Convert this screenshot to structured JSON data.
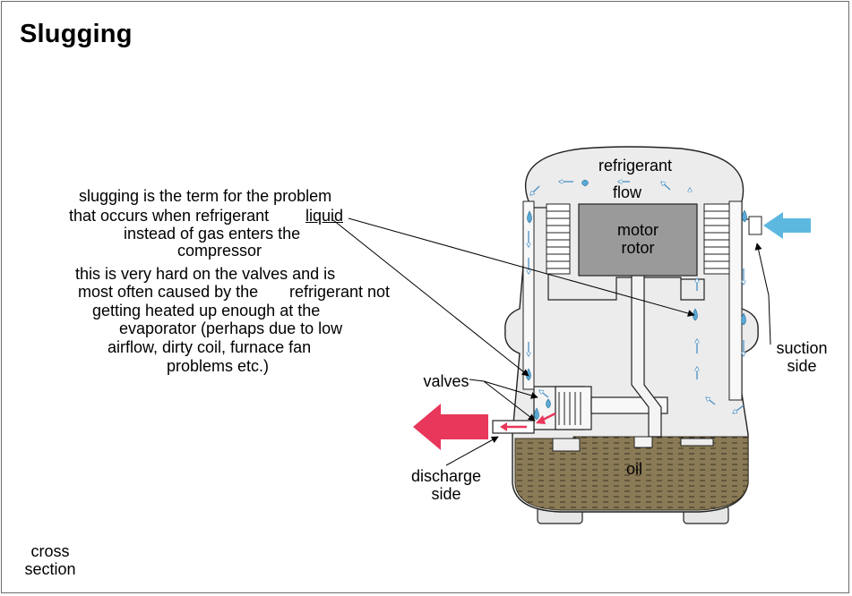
{
  "title": "Slugging",
  "paragraph1": {
    "line1": "slugging is the term for the problem",
    "line2a": "that occurs when refrigerant",
    "line2b": "liquid",
    "line3": "instead of gas enters the",
    "line4": "compressor"
  },
  "paragraph2": {
    "line1": "this is very hard on the valves and is",
    "line2a": "most often caused by the",
    "line2b": "refrigerant not",
    "line3": "getting heated up enough at the",
    "line4": "evaporator (perhaps due to low",
    "line5": "airflow, dirty coil, furnace fan",
    "line6": "problems etc.)"
  },
  "labels": {
    "refrigerant": "refrigerant",
    "flow": "flow",
    "motor": "motor",
    "rotor": "rotor",
    "suction1": "suction",
    "suction2": "side",
    "valves": "valves",
    "discharge1": "discharge",
    "discharge2": "side",
    "oil": "oil",
    "cross1": "cross",
    "cross2": "section"
  },
  "colors": {
    "discharge_arrow": "#e8375a",
    "suction_arrow": "#5db8e0",
    "droplet": "#5aa9d6",
    "oil": "#8a7a56",
    "body": "#e6e6e6",
    "rotor": "#9a9a9a"
  }
}
